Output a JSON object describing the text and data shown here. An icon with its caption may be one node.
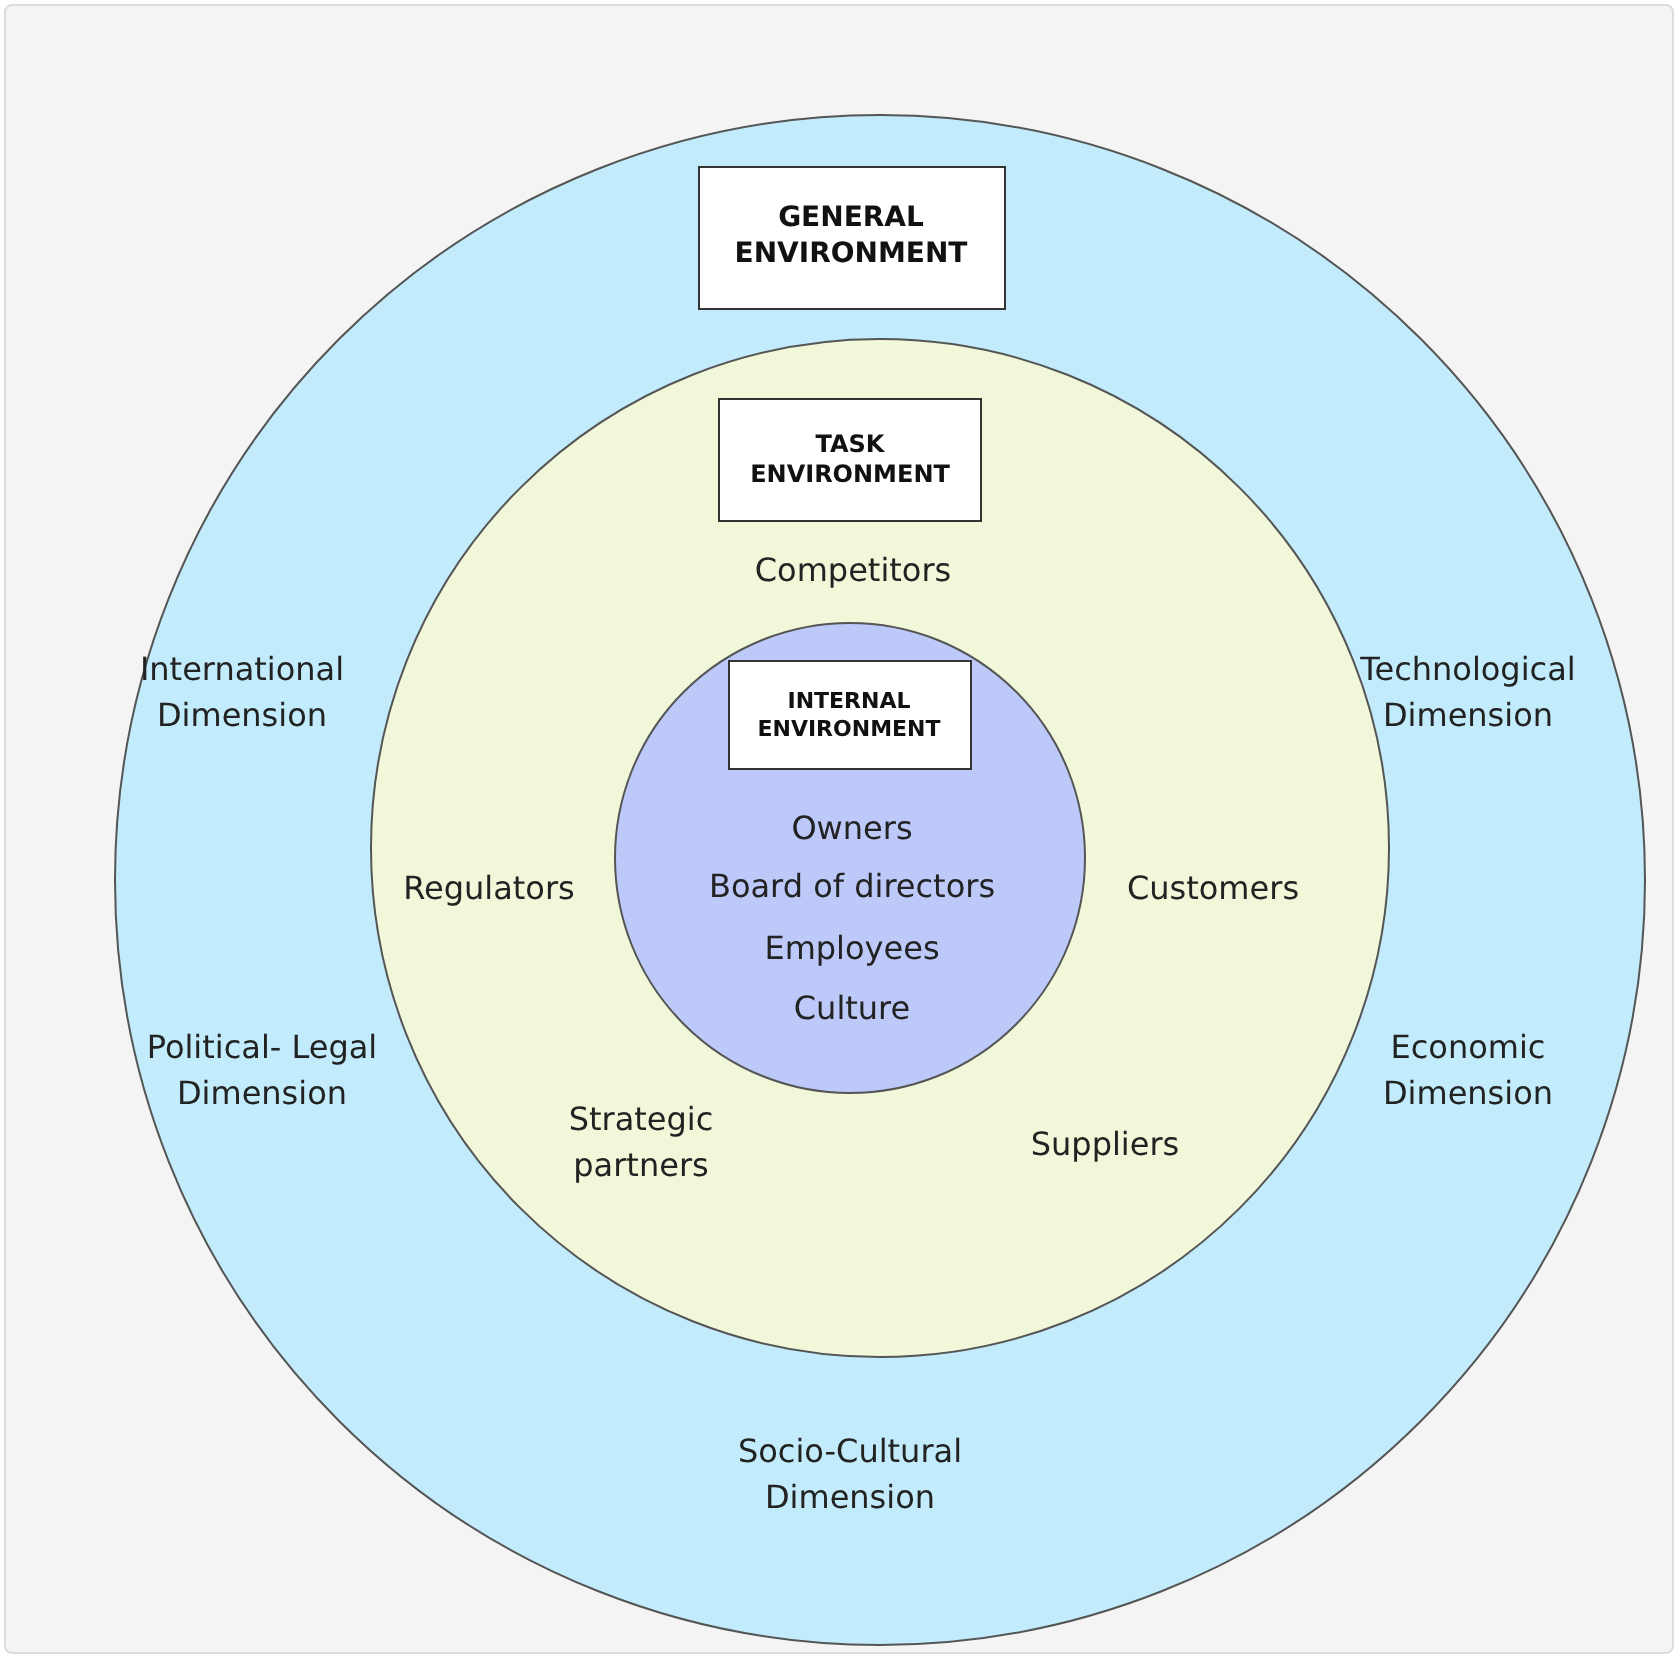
{
  "diagram": {
    "nodes": [
      {
        "text": [
          "International Dimension",
          "Technological Dimension",
          "Political- Legal Dimension",
          "Economic Dimension",
          "Socio-Cultural Dimension"
        ]
      },
      {
        "text": [
          "GENERAL ENVIRONMENT"
        ],
        "in": 0
      },
      {
        "text": [
          "Competitors",
          "Regulators",
          "Customers",
          "Strategic partners",
          "Suppliers"
        ],
        "in": 0
      },
      {
        "text": [
          "TASK ENVIRONMENT"
        ],
        "in": 2
      },
      {
        "text": [
          "Owners",
          "Board of directors",
          "Employees",
          "Culture"
        ],
        "in": 2
      },
      {
        "text": [
          "INTERNAL ENVIRONMENT"
        ],
        "in": 4
      }
    ]
  }
}
